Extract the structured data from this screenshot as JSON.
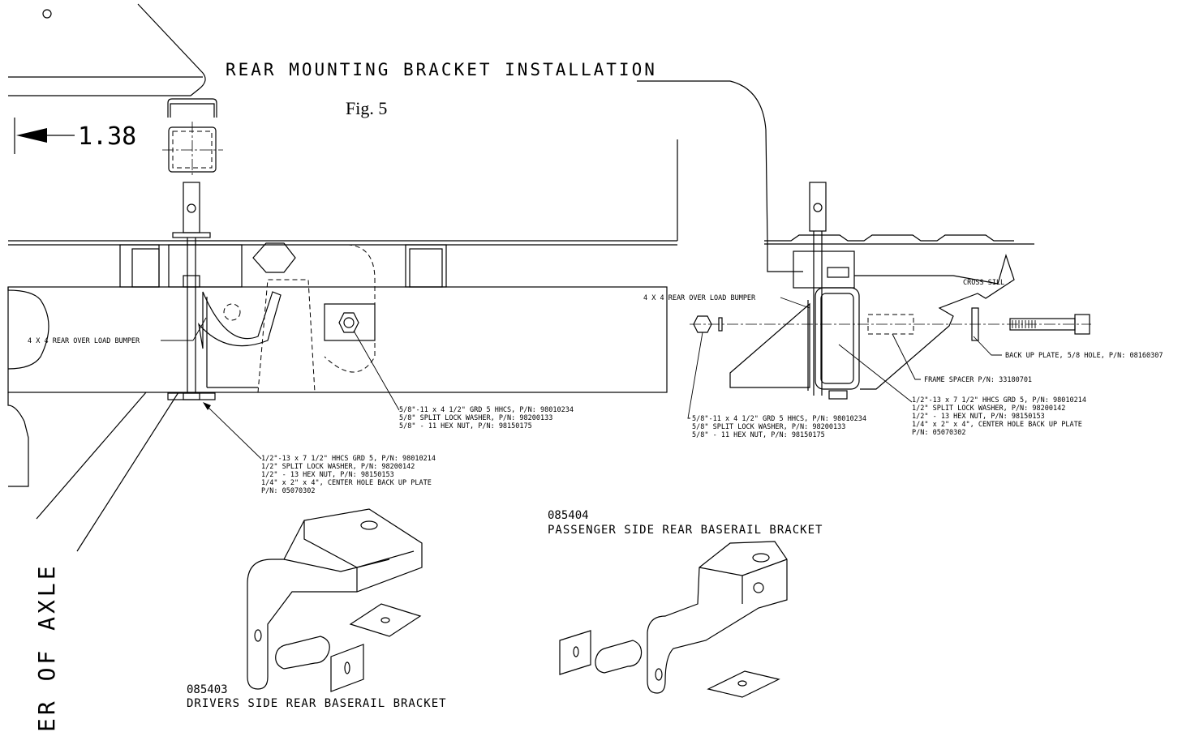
{
  "title": "REAR MOUNTING BRACKET INSTALLATION",
  "figure_label": "Fig. 5",
  "dimension": "1.38",
  "axle_label": "ER OF AXLE",
  "left_view": {
    "bumper_label": "4 X 4 REAR OVER LOAD BUMPER",
    "callout_5_8": [
      "5/8\"-11 x 4 1/2\" GRD 5 HHCS, P/N: 98010234",
      "5/8\" SPLIT LOCK WASHER, P/N: 98200133",
      "5/8\" - 11 HEX NUT, P/N: 98150175"
    ],
    "callout_1_2": [
      "1/2\"-13 x 7 1/2\" HHCS GRD 5, P/N: 98010214",
      "1/2\" SPLIT LOCK WASHER, P/N: 98200142",
      "1/2\" - 13 HEX NUT, P/N: 98150153",
      "1/4\" x 2\" x 4\", CENTER HOLE BACK UP PLATE",
      "P/N: 05070302"
    ]
  },
  "right_view": {
    "bumper_label": "4 X 4 REAR OVER LOAD BUMPER",
    "cross_sill": "CROSS SILL",
    "back_up_plate": "BACK UP PLATE, 5/8 HOLE, P/N: 08160307",
    "frame_spacer": "FRAME SPACER P/N: 33180701",
    "callout_5_8": [
      "5/8\"-11 x 4 1/2\" GRD 5 HHCS, P/N: 98010234",
      "5/8\" SPLIT LOCK WASHER, P/N: 98200133",
      "5/8\" - 11 HEX NUT, P/N: 98150175"
    ],
    "callout_1_2": [
      "1/2\"-13 x 7 1/2\" HHCS GRD 5, P/N: 98010214",
      "1/2\" SPLIT LOCK WASHER, P/N: 98200142",
      "1/2\" - 13 HEX NUT, P/N: 98150153",
      "1/4\" x 2\" x 4\", CENTER HOLE BACK UP PLATE",
      "P/N: 05070302"
    ]
  },
  "brackets": {
    "drivers": {
      "part_no": "085403",
      "name": "DRIVERS SIDE REAR BASERAIL BRACKET"
    },
    "passenger": {
      "part_no": "085404",
      "name": "PASSENGER SIDE REAR BASERAIL BRACKET"
    }
  }
}
